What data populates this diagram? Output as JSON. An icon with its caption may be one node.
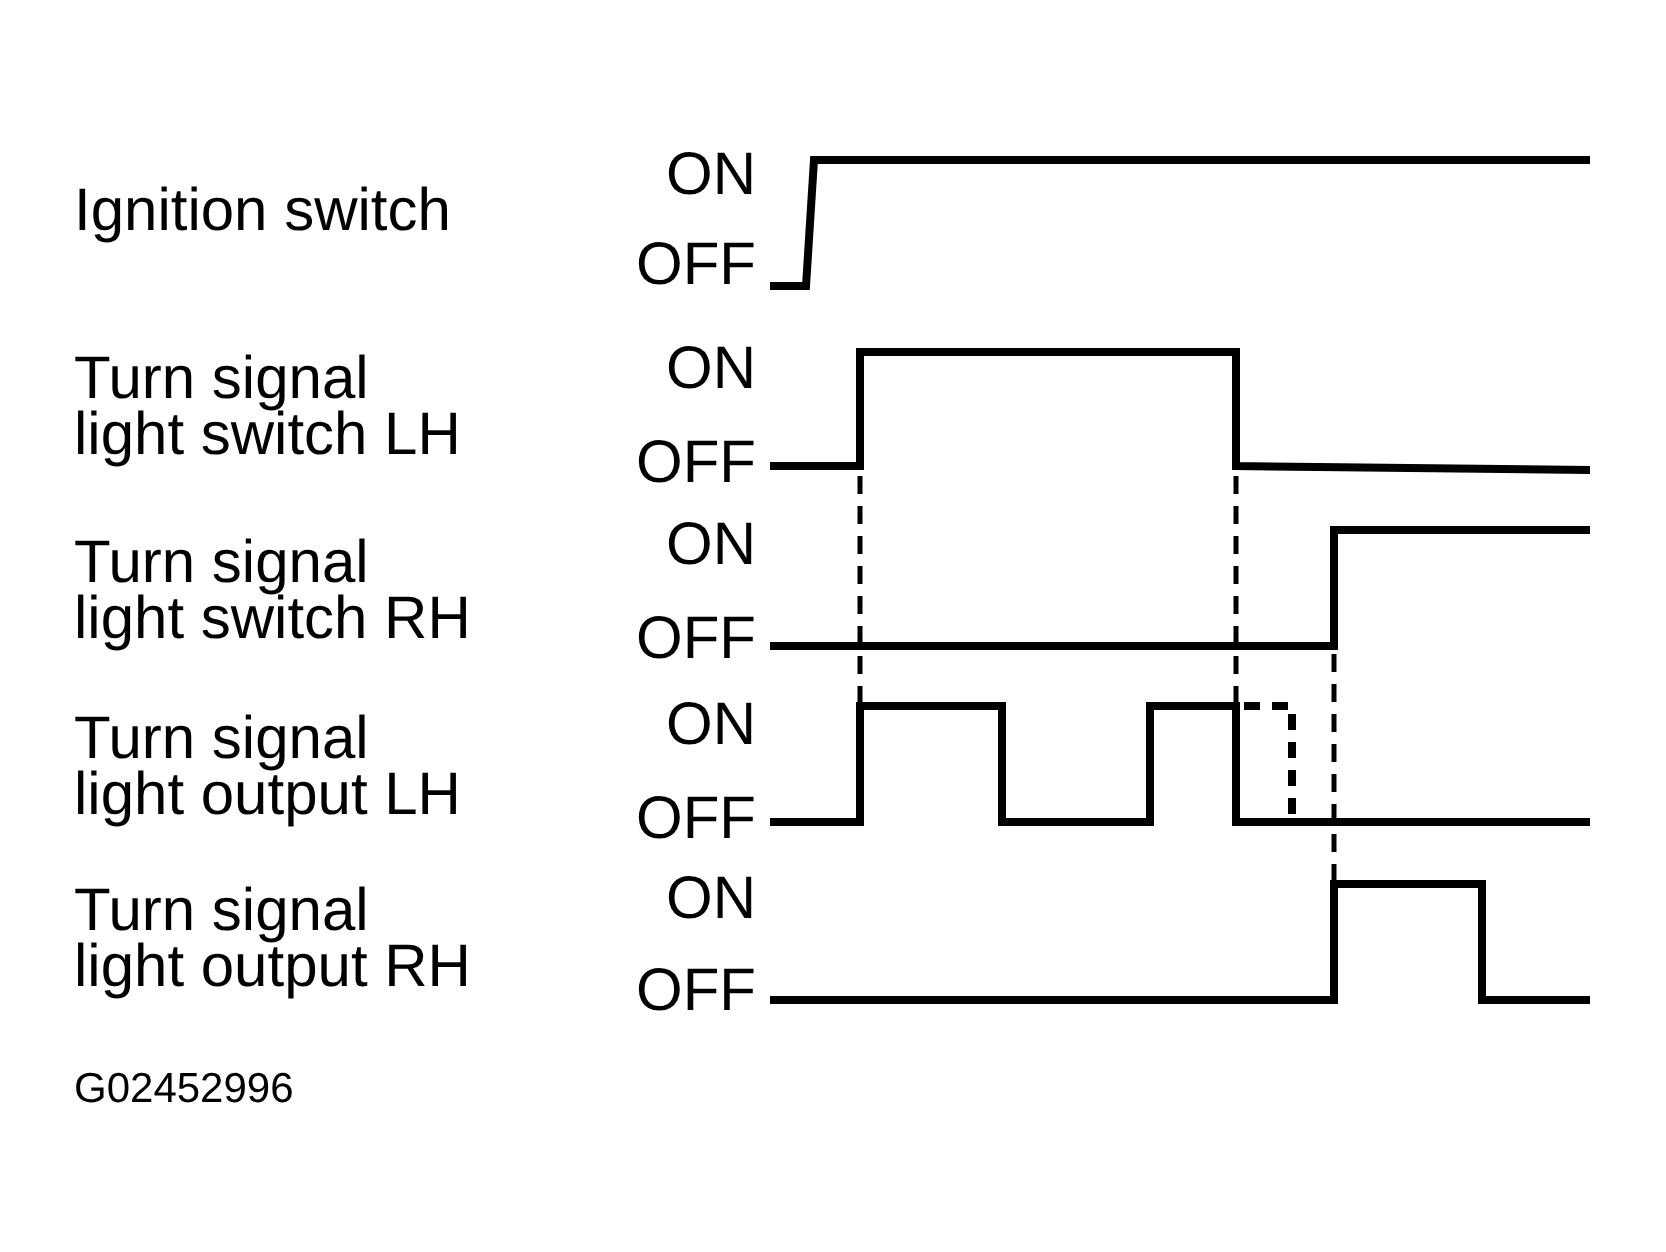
{
  "diagram": {
    "labels": [
      "Ignition switch",
      "ON",
      "OFF",
      "Turn signal light switch LH",
      "ON",
      "OFF",
      "Turn signal light switch RH",
      "ON",
      "OFF",
      "Turn signal light output LH",
      "ON",
      "OFF",
      "Turn signal light output RH",
      "ON",
      "OFF",
      "G02452996"
    ]
  }
}
